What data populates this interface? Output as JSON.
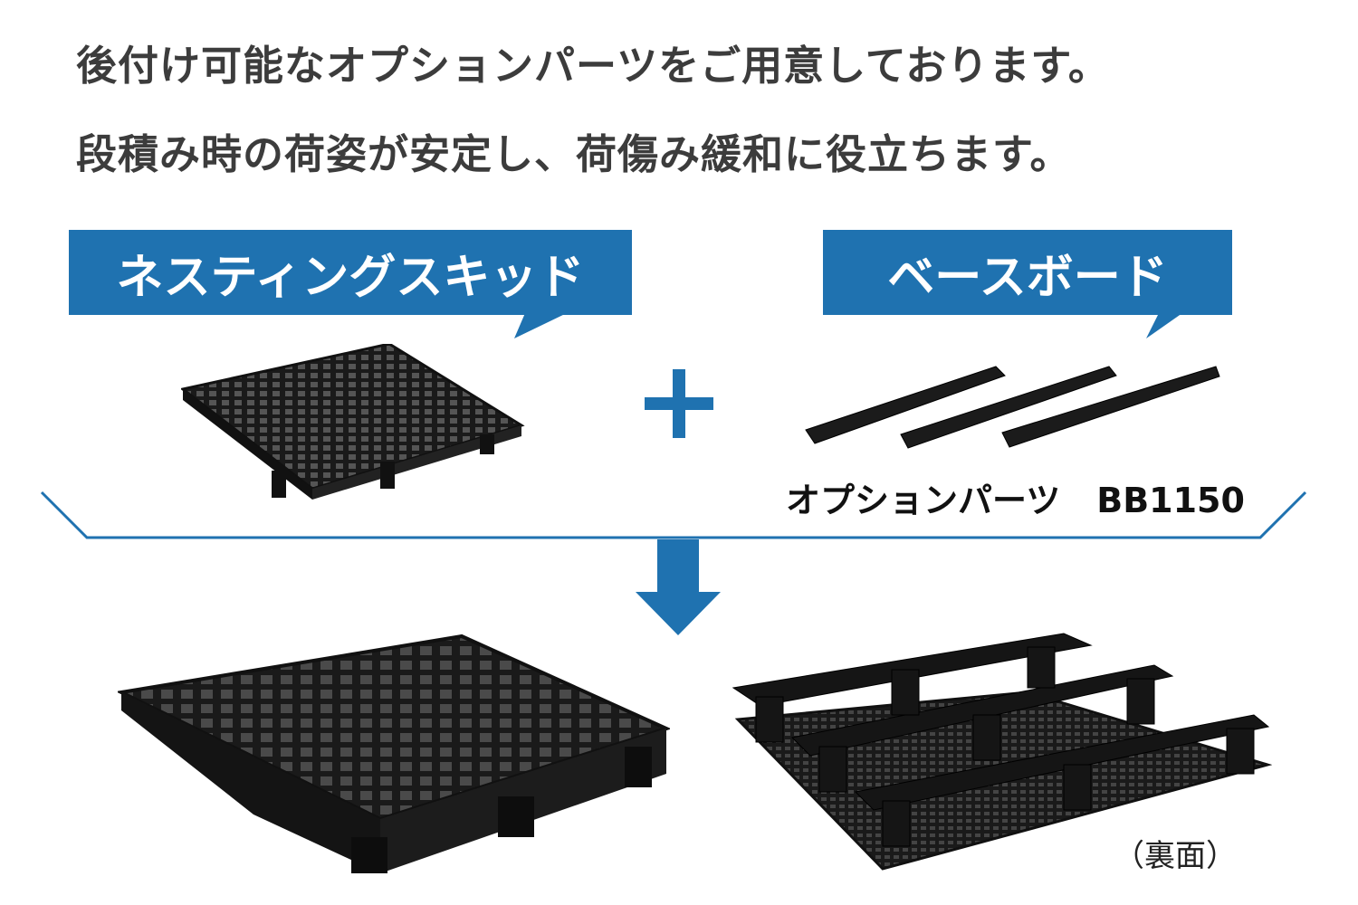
{
  "headline": {
    "line1": "後付け可能なオプションパーツをご用意しております。",
    "line2": "段積み時の荷姿が安定し、荷傷み緩和に役立ちます。"
  },
  "labels": {
    "left": "ネスティングスキッド",
    "right": "ベースボード"
  },
  "option_caption": {
    "name": "オプションパーツ",
    "model": "BB1150"
  },
  "back_note": "（裏面）",
  "colors": {
    "accent": "#1f72b0",
    "text": "#3c3c3c"
  }
}
